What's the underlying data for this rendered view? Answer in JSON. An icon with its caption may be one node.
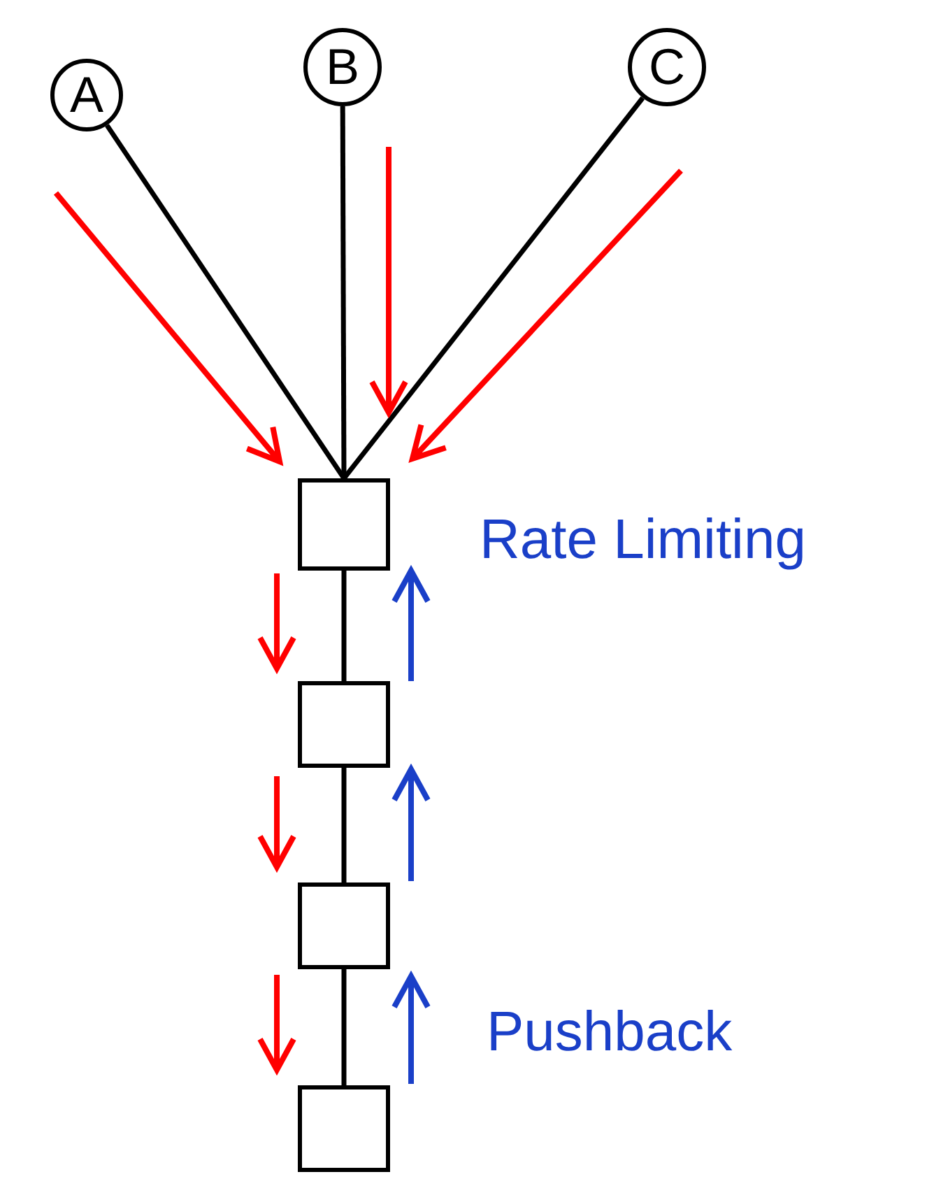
{
  "diagram": {
    "nodes": [
      {
        "text": [
          "A"
        ]
      },
      {
        "text": [
          "B"
        ]
      },
      {
        "text": [
          "C"
        ]
      },
      {
        "text": [],
        "shape": "box"
      },
      {
        "text": [],
        "shape": "box"
      },
      {
        "text": [],
        "shape": "box"
      },
      {
        "text": [],
        "shape": "box"
      }
    ],
    "edges": [
      {
        "from": 0,
        "to": 3,
        "arrow": "none"
      },
      {
        "from": 1,
        "to": 3,
        "arrow": "none"
      },
      {
        "from": 2,
        "to": 3,
        "arrow": "none"
      },
      {
        "from": 3,
        "to": 4,
        "arrow": "none"
      },
      {
        "from": 4,
        "to": 5,
        "arrow": "none"
      },
      {
        "from": 5,
        "to": 6,
        "arrow": "none"
      }
    ],
    "labels": [
      "Rate Limiting",
      "Pushback"
    ]
  }
}
